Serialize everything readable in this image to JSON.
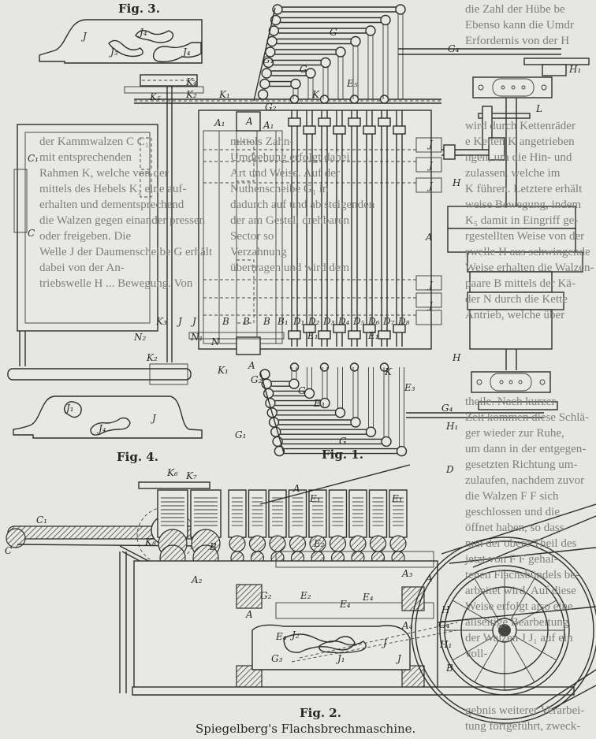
{
  "figures": {
    "fig3": {
      "caption": "Fig. 3.",
      "labels": [
        "J",
        "J₃",
        "J₄",
        "J₄"
      ]
    },
    "fig4": {
      "caption": "Fig. 4.",
      "labels": [
        "J₁",
        "J",
        "J₄"
      ]
    },
    "fig1": {
      "caption": "Fig. 1.",
      "labels": [
        "K₄",
        "K₅",
        "K₂",
        "K₁",
        "G₁",
        "G",
        "G",
        "E₅",
        "K",
        "G₂",
        "A₁",
        "A",
        "A₁",
        "B",
        "B",
        "B",
        "B₁",
        "D₁",
        "D₂",
        "D₃",
        "D₄",
        "D₅",
        "D₆",
        "D₇",
        "D₈",
        "A",
        "J",
        "J",
        "J",
        "J",
        "J",
        "K₃",
        "C₁",
        "C",
        "G₄",
        "H₁",
        "L",
        "H",
        "H",
        "H₁",
        "G₄",
        "N₂",
        "N₁",
        "K₂",
        "N",
        "A",
        "K₁",
        "G₂",
        "E₁",
        "E₁",
        "E₃",
        "G",
        "G₁",
        "G",
        "E₃",
        "K",
        "J",
        "J"
      ]
    },
    "fig2": {
      "caption": "Fig. 2.",
      "title": "Spiegelberg's Flachsbrechmaschine.",
      "labels": [
        "K₆",
        "K₇",
        "A",
        "E₁",
        "E₁",
        "D",
        "C₁",
        "C",
        "K₈",
        "A₂",
        "B",
        "E₂",
        "A₃",
        "A",
        "G₂",
        "E₂",
        "E₄",
        "E₄",
        "A",
        "A₄",
        "E₄",
        "J₂",
        "G₃",
        "J₁",
        "J",
        "J",
        "G₄",
        "H",
        "H₁",
        "B"
      ]
    }
  },
  "page_text": {
    "middle_column": [
      "theile.  Nach  kurzer",
      "Zeit kommen diese Schlä-",
      "ger  wieder  zur  Ruhe,",
      "um dann in der entgegen-",
      "gesetzten Richtung um-",
      "zulaufen, nachdem zuvor",
      "die  Walzen  F F  sich",
      "geschlossen  und  die",
      "",
      "öffnet haben, so dass",
      "nun der obere Theil des",
      "jetzt  von  F F  gehal-",
      "tenen Flachsbündels be-",
      "arbeitet wird. Auf diese",
      "Weise erfolgt also eine",
      "allseitige  Bearbeitung",
      "der Walzen J J₁ auf ein voll-"
    ],
    "lower_column": [
      "der Kammwalzen C C₁",
      "mit entsprechenden",
      "Rahmen K, welche von der",
      "mittels des Hebels K₂ eine auf-",
      "erhalten und dementsprechend",
      "die Walzen gegen einander pressen oder freigeben.  Die",
      "Welle J der Daumenscheibe G erhält dabei von der An-",
      "triebswelle H ... Bewegung.  Von",
      "",
      "",
      "",
      "mittels Zahn-",
      "Umdrehung erfolgt dabei",
      "Art und Weise.  Auf der",
      "Nuthenscheibe G₁ in",
      "dadurch auf und ab steigenden",
      "der am Gestell drehbaren",
      "Sector so",
      "Verzahnung",
      "übertragen und wird dem"
    ],
    "right_column": [
      "die Zahl der Hübe be",
      "Ebenso kann die Umdr",
      "Erfordernis von der H",
      "",
      "",
      "",
      "",
      "",
      "",
      "",
      "",
      "",
      "",
      "",
      "wird durch Kettenräder",
      "e Ketten K angetrieben",
      "ngen, um die Hin- und",
      "zulassen, welche im",
      "K führen.  Letztere erhält",
      "weise Bewegung, indem",
      "K₅ damit in Eingriff ge-",
      "rgestellten Weise von der",
      "swelle H aus schwingende",
      "Weise erhalten die Walzen-",
      "paare B mittels der Kä-",
      "der N durch die Kette",
      "Antrieb, welche über",
      "",
      "",
      "",
      "",
      "",
      "",
      "",
      "",
      "",
      "",
      "gebnis weiterer Verarbei-",
      "tung fortgeführt, zweck-"
    ]
  }
}
